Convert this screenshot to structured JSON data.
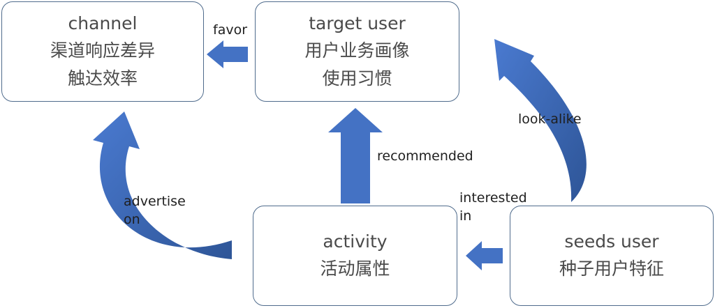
{
  "nodes": {
    "channel": {
      "title": "channel",
      "lines": [
        "渠道响应差异",
        "触达效率"
      ]
    },
    "target_user": {
      "title": "target user",
      "lines": [
        "用户业务画像",
        "使用习惯"
      ]
    },
    "activity": {
      "title": "activity",
      "lines": [
        "活动属性"
      ]
    },
    "seeds_user": {
      "title": "seeds user",
      "lines": [
        "种子用户特征"
      ]
    }
  },
  "edges": {
    "favor": "favor",
    "recommended": "recommended",
    "look_alike": "look-alike",
    "interested_in": [
      "interested",
      "in"
    ],
    "advertise_on": [
      "advertise",
      "on"
    ]
  },
  "colors": {
    "arrow": "#4472c4",
    "box_border": "#4f6b8c"
  }
}
